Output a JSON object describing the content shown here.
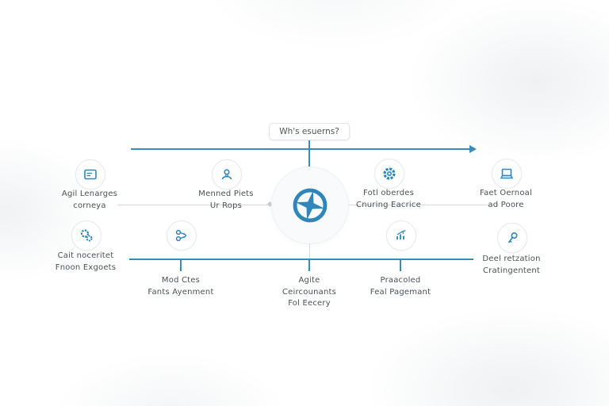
{
  "accent": "#2e86ba",
  "line_color": "#3a8cba",
  "connector_gray": "#d7dbde",
  "top_label": "Wh's esuerns?",
  "hub": {
    "icon": "ship-wheel-icon"
  },
  "top_row": [
    {
      "icon": "card-icon",
      "lines": [
        "Agil Lenarges",
        "corneya"
      ]
    },
    {
      "icon": "person-icon",
      "lines": [
        "Menned Piets",
        "Ur Rops"
      ]
    },
    {
      "icon": "gear-icon",
      "lines": [
        "Fotl oberdes",
        "Cnuring Eacrice"
      ]
    },
    {
      "icon": "laptop-icon",
      "lines": [
        "Faet Oernoal",
        "ad Poore"
      ]
    }
  ],
  "bottom_row": {
    "left_item": {
      "icon": "gears-icon",
      "lines": [
        "Cait noceritet",
        "Fnoon Exgoets"
      ]
    },
    "branch_items": [
      {
        "icon": "network-icon",
        "lines": [
          "Mod Ctes",
          "Fants Ayenment"
        ]
      },
      {
        "icon": "none",
        "lines": [
          "Agite",
          "Ceircounants",
          "Fol Eecery"
        ]
      },
      {
        "icon": "chart-icon",
        "lines": [
          "Praacoled",
          "Feal Pagemant"
        ]
      }
    ],
    "right_item": {
      "icon": "key-icon",
      "lines": [
        "Deel retzation",
        "Cratingentent"
      ]
    }
  }
}
